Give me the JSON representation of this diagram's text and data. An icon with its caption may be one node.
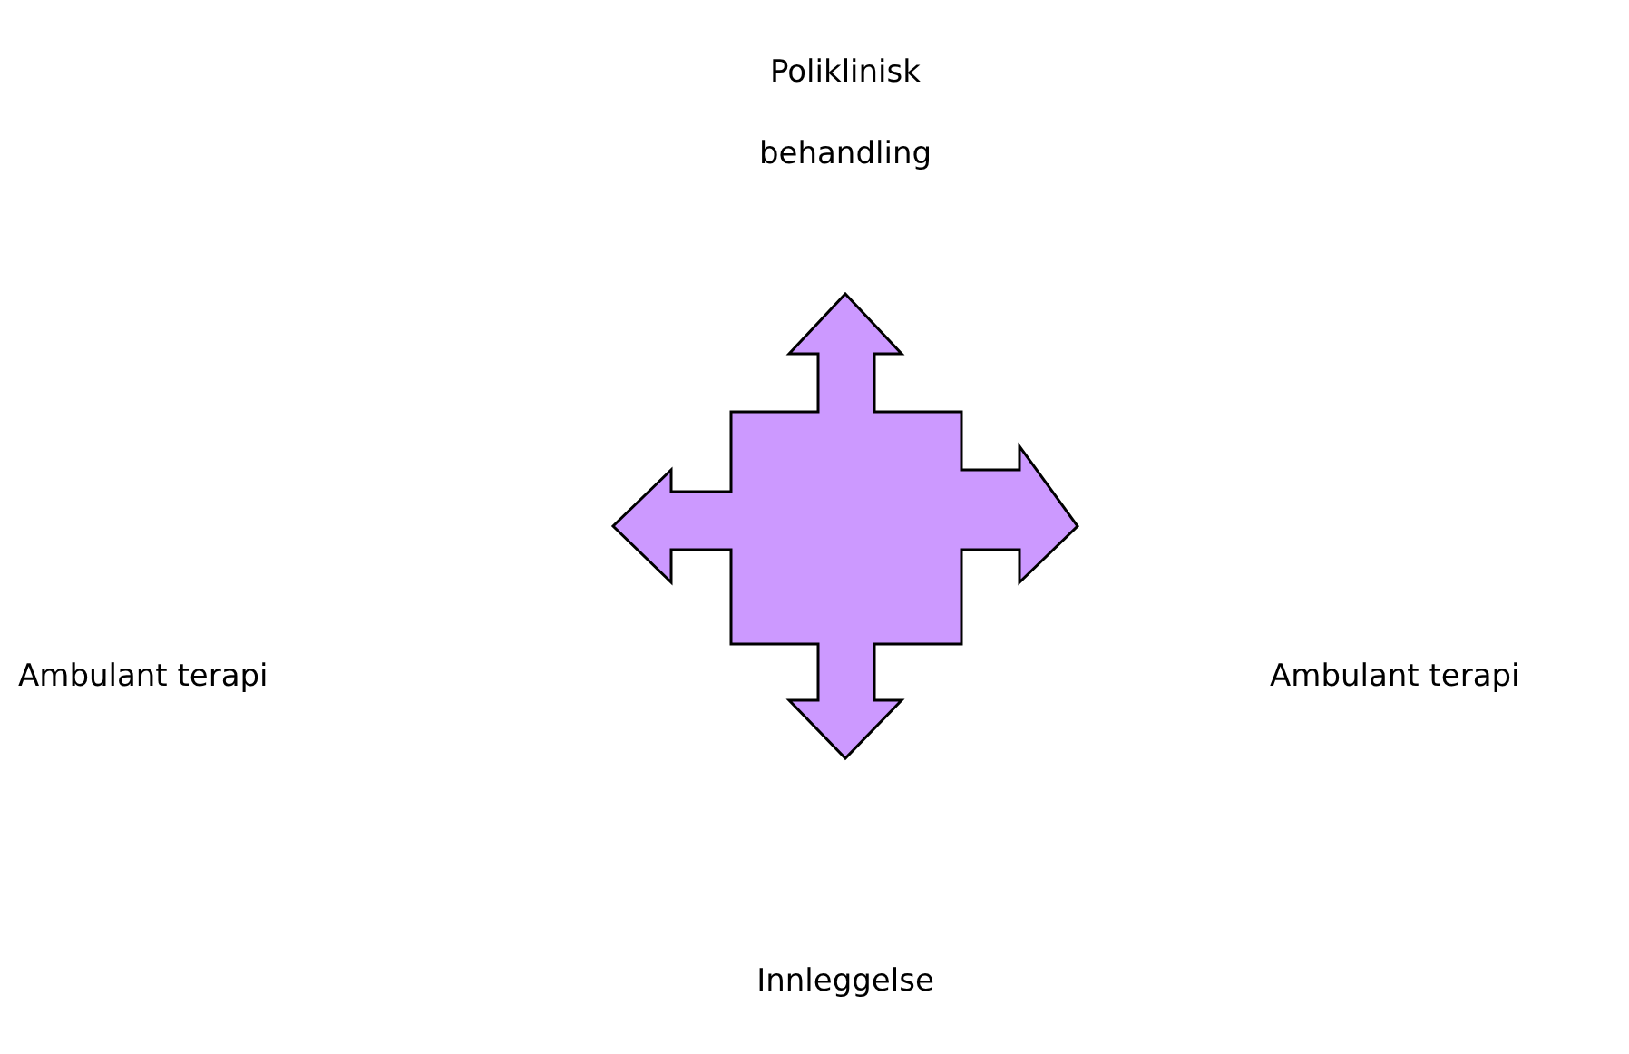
{
  "diagram": {
    "nodes": [
      {
        "text": [],
        "shape": "arrow"
      }
    ],
    "labels": [
      "Poliklinisk behandling",
      "Ambulant terapi",
      "Ambulant terapi",
      "Innleggelse"
    ]
  }
}
